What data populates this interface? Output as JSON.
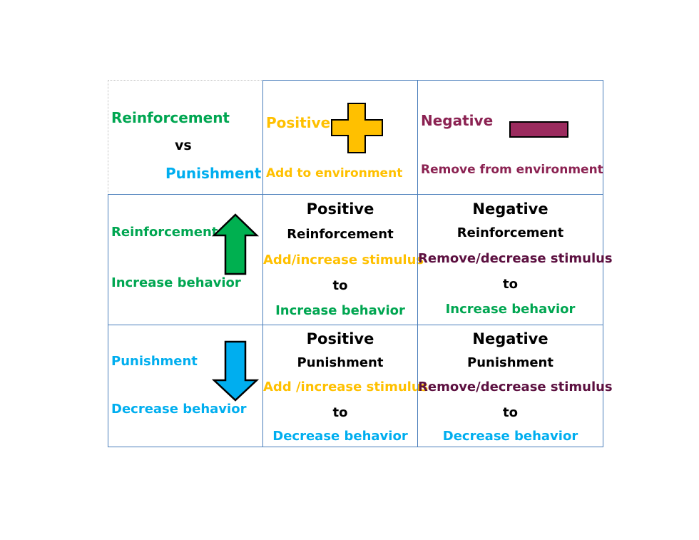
{
  "header_cell": {
    "reinforcement": "Reinforcement",
    "vs": "vs",
    "punishment": "Punishment"
  },
  "positive_header": {
    "title": "Positive",
    "subtitle": "Add to environment",
    "icon": "plus-icon"
  },
  "negative_header": {
    "title": "Negative",
    "subtitle": "Remove from environment",
    "icon": "minus-icon"
  },
  "row_reinforcement": {
    "label": "Reinforcement",
    "effect": "Increase behavior",
    "icon": "up-arrow-icon",
    "positive": {
      "title": "Positive",
      "type": "Reinforcement",
      "action": "Add/increase stimulus",
      "to": "to",
      "result": "Increase behavior"
    },
    "negative": {
      "title": "Negative",
      "type": "Reinforcement",
      "action": "Remove/decrease stimulus",
      "to": "to",
      "result": "Increase behavior"
    }
  },
  "row_punishment": {
    "label": "Punishment",
    "effect": "Decrease behavior",
    "icon": "down-arrow-icon",
    "positive": {
      "title": "Positive",
      "type": "Punishment",
      "action": "Add /increase stimulus",
      "to": "to",
      "result": "Decrease behavior"
    },
    "negative": {
      "title": "Negative",
      "type": "Punishment",
      "action": "Remove/decrease stimulus",
      "to": "to",
      "result": "Decrease behavior"
    }
  },
  "colors": {
    "reinforcement": "#00a651",
    "punishment": "#00aeef",
    "positive": "#ffc000",
    "negative": "#8b2252",
    "grid": "#4a7ebb"
  }
}
